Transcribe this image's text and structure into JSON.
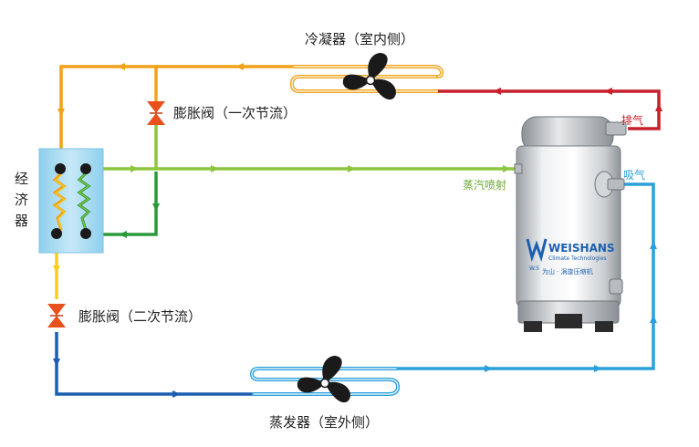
{
  "labels": {
    "condenser": "冷凝器（室内侧）",
    "valve1": "膨胀阀（一次节流）",
    "valve2": "膨胀阀（二次节流）",
    "economizer": "经\n济\n器",
    "evaporator": "蒸发器（室外侧）",
    "discharge": "排气",
    "suction": "吸气",
    "injection": "蒸汽喷射"
  },
  "compressor": {
    "brand": "WEISHANS",
    "tagline": "Climate Technologies",
    "model_text": "为山 · 涡旋压缩机",
    "logo_mark": "W.S"
  },
  "colors": {
    "orange": "#f2a21a",
    "red": "#c8202a",
    "green_light": "#8cc63f",
    "green_dark": "#2a9a3a",
    "yellow": "#f4d024",
    "blue_dark": "#1c5fb0",
    "blue_light": "#2aa0dc",
    "valve": "#e8501c",
    "economizer_box": "#9fd6ef"
  }
}
